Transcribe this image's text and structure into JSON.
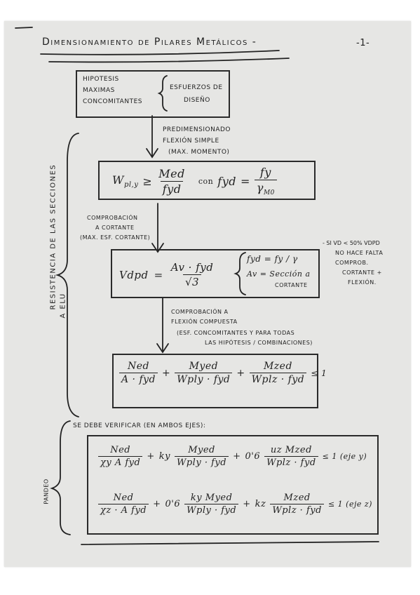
{
  "page": {
    "title": "Dimensionamiento de Pilares Metálicos -",
    "page_number": "-1-"
  },
  "hypothesis": {
    "left_line1": "Hipotesis",
    "left_line2": "maximas",
    "left_line3": "concomitantes",
    "right_line1": "esfuerzos de",
    "right_line2": "diseño"
  },
  "predim": {
    "note_line1": "Predimensionado",
    "note_line2": "flexión simple",
    "note_line3": "(max. momento)",
    "lhs": "W",
    "lhs_sub": "pl,y",
    "geq": "≥",
    "num": "Med",
    "den": "fyd",
    "con": "con",
    "fyd": "fyd",
    "eq": "=",
    "fy": "fy",
    "gamma": "γ",
    "gamma_sub": "M0"
  },
  "shear": {
    "note_line1": "Comprobación",
    "note_line2": "a cortante",
    "note_line3": "(max. esf. cortante)",
    "lhs": "Vdpd",
    "eq": "=",
    "av": "Av · fyd",
    "sqrt": "√3",
    "brace_line1": "fyd = fy / γ",
    "brace_line2": "Av = Sección a",
    "brace_line3": "cortante",
    "side_line1": "- si  Vd < 50% Vdpd",
    "side_line2": "no hace falta",
    "side_line3": "comprob.",
    "side_line4": "cortante +",
    "side_line5": "flexión."
  },
  "compound": {
    "note_line1": "Comprobación a",
    "note_line2": "flexión compuesta",
    "note_line3": "(esf. concomitantes y para todas",
    "note_line4": "las hipótesis / combinaciones)",
    "t1_num": "Ned",
    "t1_den": "A · fyd",
    "plus": "+",
    "t2_num": "Myed",
    "t2_den": "Wply · fyd",
    "t3_num": "Mzed",
    "t3_den": "Wplz · fyd",
    "leq": "≤ 1"
  },
  "side_labels": {
    "resistance": "Resistencia de las secciones",
    "elu": "a ELU",
    "buckling": "Pandeo"
  },
  "buckling": {
    "intro": "Se debe verificar (en ambos ejes):",
    "r1_t1_num": "Ned",
    "r1_t1_den": "χy A fyd",
    "r1_ky": "ky",
    "r1_t2_num": "Myed",
    "r1_t2_den": "Wply · fyd",
    "r1_coef": "0'6",
    "r1_t3_num": "uz Mzed",
    "r1_t3_den": "Wplz · fyd",
    "r1_cond": "≤ 1 (eje y)",
    "r2_t1_num": "Ned",
    "r2_t1_den": "χz · A fyd",
    "r2_coef": "0'6",
    "r2_t2_num": "ky Myed",
    "r2_t2_den": "Wply · fyd",
    "r2_kz": "kz",
    "r2_t3_num": "Mzed",
    "r2_t3_den": "Wplz · fyd",
    "r2_cond": "≤ 1 (eje z)"
  }
}
